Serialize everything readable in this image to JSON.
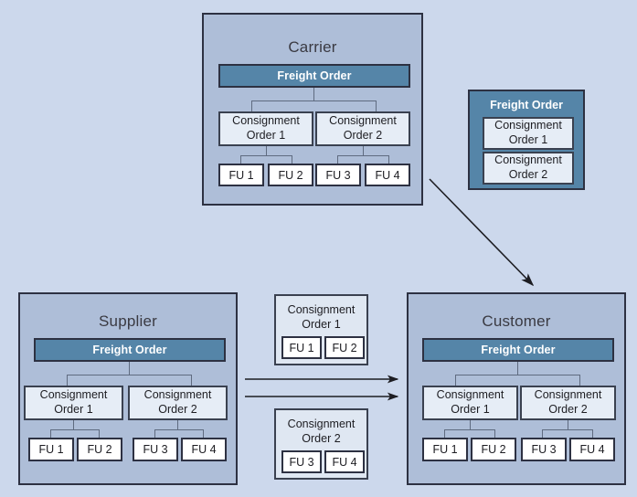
{
  "diagram": {
    "title": "Freight order / consignment order / freight unit distribution across Carrier, Supplier and Customer",
    "colors": {
      "background": "#ccd8ec",
      "panel_fill": "#aebed8",
      "panel_border": "#2d3142",
      "freight_order_fill": "#5585a8",
      "consignment_fill": "#e6edf6",
      "freight_unit_fill": "#ffffff",
      "connector_line": "#5f6b80",
      "arrow": "#1d1d22",
      "title_text": "#3a3a42"
    }
  },
  "carrier": {
    "title": "Carrier",
    "freight_order": "Freight Order",
    "consignment_orders": [
      {
        "line1": "Consignment",
        "line2": "Order 1"
      },
      {
        "line1": "Consignment",
        "line2": "Order 2"
      }
    ],
    "freight_units": [
      "FU 1",
      "FU 2",
      "FU 3",
      "FU 4"
    ]
  },
  "supplier": {
    "title": "Supplier",
    "freight_order": "Freight Order",
    "consignment_orders": [
      {
        "line1": "Consignment",
        "line2": "Order 1"
      },
      {
        "line1": "Consignment",
        "line2": "Order 2"
      }
    ],
    "freight_units": [
      "FU 1",
      "FU 2",
      "FU 3",
      "FU 4"
    ]
  },
  "customer": {
    "title": "Customer",
    "freight_order": "Freight Order",
    "consignment_orders": [
      {
        "line1": "Consignment",
        "line2": "Order 1"
      },
      {
        "line1": "Consignment",
        "line2": "Order 2"
      }
    ],
    "freight_units": [
      "FU 1",
      "FU 2",
      "FU 3",
      "FU 4"
    ]
  },
  "freight_order_card": {
    "title": "Freight Order",
    "consignment_orders": [
      {
        "line1": "Consignment",
        "line2": "Order 1"
      },
      {
        "line1": "Consignment",
        "line2": "Order 2"
      }
    ]
  },
  "consignment_cards": [
    {
      "line1": "Consignment",
      "line2": "Order 1",
      "freight_units": [
        "FU 1",
        "FU 2"
      ]
    },
    {
      "line1": "Consignment",
      "line2": "Order 2",
      "freight_units": [
        "FU 3",
        "FU 4"
      ]
    }
  ],
  "arrows": [
    {
      "name": "carrier-to-customer",
      "kind": "diagonal"
    },
    {
      "name": "supplier-to-customer-upper",
      "kind": "horizontal"
    },
    {
      "name": "supplier-to-customer-lower",
      "kind": "horizontal"
    }
  ]
}
